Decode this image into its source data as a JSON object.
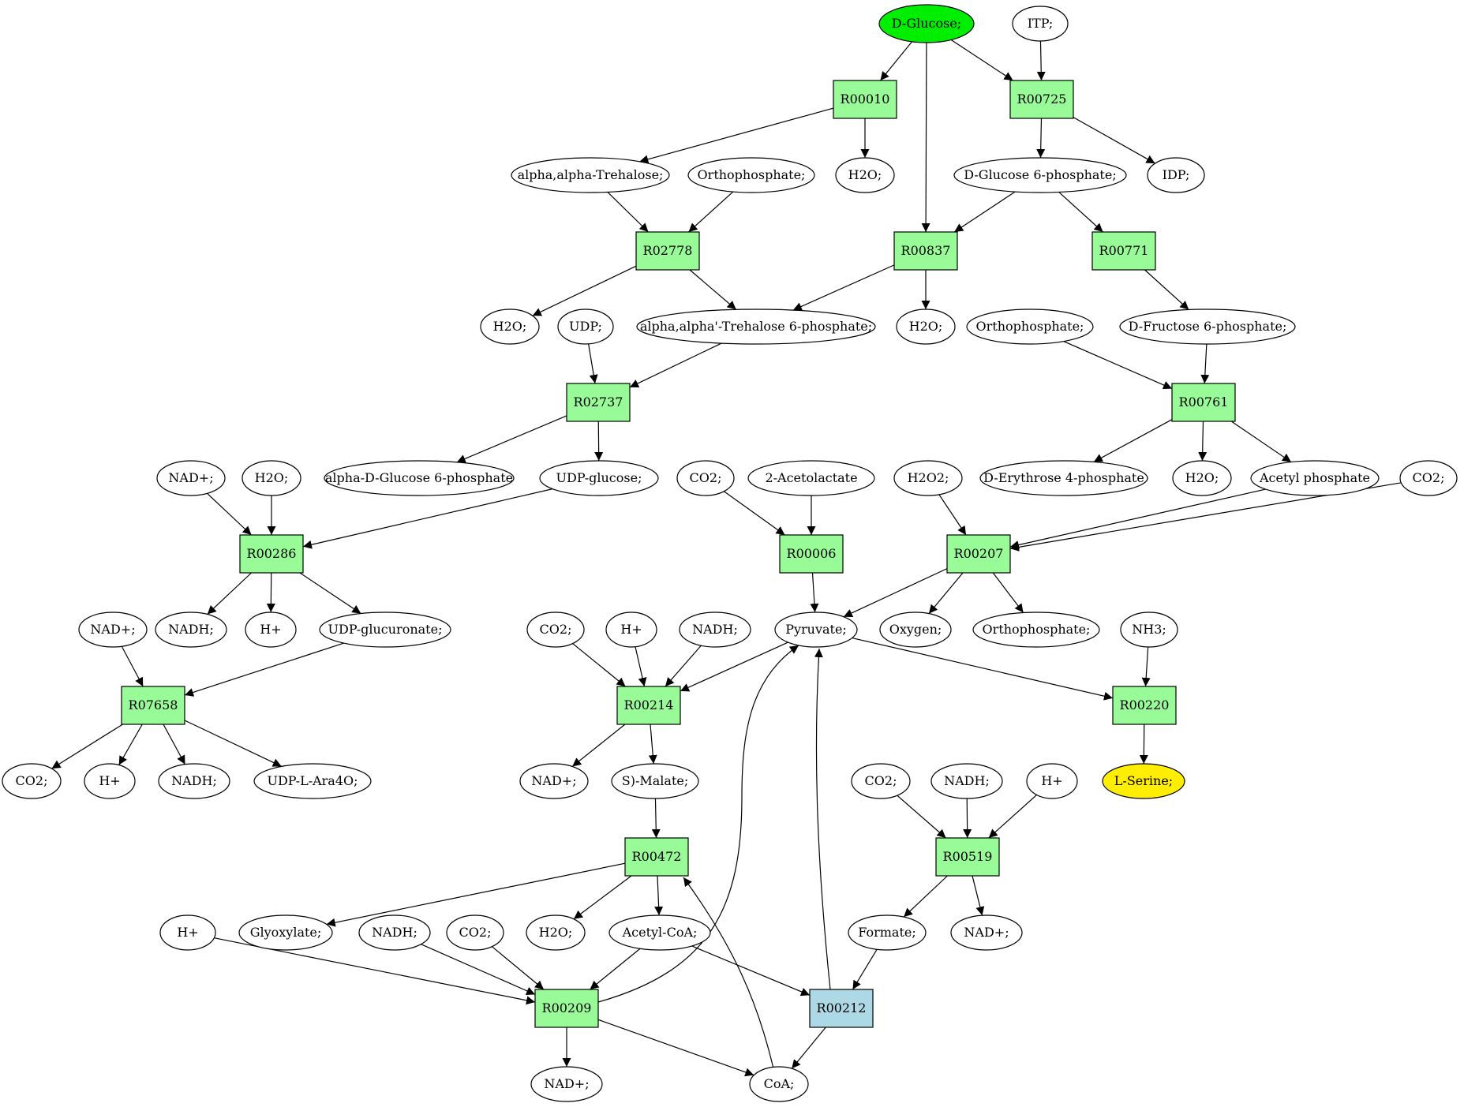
{
  "diagram": {
    "colors": {
      "reaction": "#98fb98",
      "reaction_highlight": "#add8e6",
      "source": "#00ee00",
      "target": "#ffee00",
      "compound": "#ffffff",
      "stroke": "#000000"
    },
    "nodes": [
      {
        "id": "glc",
        "label": "D-Glucose;",
        "kind": "source"
      },
      {
        "id": "itp",
        "label": "ITP;",
        "kind": "compound"
      },
      {
        "id": "r00010",
        "label": "R00010",
        "kind": "reaction"
      },
      {
        "id": "r00725",
        "label": "R00725",
        "kind": "reaction"
      },
      {
        "id": "tre",
        "label": "alpha,alpha-Trehalose;",
        "kind": "compound"
      },
      {
        "id": "pi1",
        "label": "Orthophosphate;",
        "kind": "compound"
      },
      {
        "id": "h2o1",
        "label": "H2O;",
        "kind": "compound"
      },
      {
        "id": "g6p",
        "label": "D-Glucose 6-phosphate;",
        "kind": "compound"
      },
      {
        "id": "idp",
        "label": "IDP;",
        "kind": "compound"
      },
      {
        "id": "r02778",
        "label": "R02778",
        "kind": "reaction"
      },
      {
        "id": "r00837",
        "label": "R00837",
        "kind": "reaction"
      },
      {
        "id": "r00771",
        "label": "R00771",
        "kind": "reaction"
      },
      {
        "id": "h2o2",
        "label": "H2O;",
        "kind": "compound"
      },
      {
        "id": "udp",
        "label": "UDP;",
        "kind": "compound"
      },
      {
        "id": "t6p",
        "label": "alpha,alpha'-Trehalose 6-phosphate;",
        "kind": "compound"
      },
      {
        "id": "h2o3",
        "label": "H2O;",
        "kind": "compound"
      },
      {
        "id": "pi2",
        "label": "Orthophosphate;",
        "kind": "compound"
      },
      {
        "id": "f6p",
        "label": "D-Fructose 6-phosphate;",
        "kind": "compound"
      },
      {
        "id": "r02737",
        "label": "R02737",
        "kind": "reaction"
      },
      {
        "id": "r00761",
        "label": "R00761",
        "kind": "reaction"
      },
      {
        "id": "nad1",
        "label": "NAD+;",
        "kind": "compound"
      },
      {
        "id": "h2o4",
        "label": "H2O;",
        "kind": "compound"
      },
      {
        "id": "ag6p",
        "label": "alpha-D-Glucose 6-phosphate",
        "kind": "compound"
      },
      {
        "id": "udpg",
        "label": "UDP-glucose;",
        "kind": "compound"
      },
      {
        "id": "co2a",
        "label": "CO2;",
        "kind": "compound"
      },
      {
        "id": "acl",
        "label": "2-Acetolactate",
        "kind": "compound"
      },
      {
        "id": "h2o2c",
        "label": "H2O2;",
        "kind": "compound"
      },
      {
        "id": "e4p",
        "label": "D-Erythrose 4-phosphate",
        "kind": "compound"
      },
      {
        "id": "h2o5",
        "label": "H2O;",
        "kind": "compound"
      },
      {
        "id": "acp",
        "label": "Acetyl phosphate",
        "kind": "compound"
      },
      {
        "id": "co2b",
        "label": "CO2;",
        "kind": "compound"
      },
      {
        "id": "r00286",
        "label": "R00286",
        "kind": "reaction"
      },
      {
        "id": "r00006",
        "label": "R00006",
        "kind": "reaction"
      },
      {
        "id": "r00207",
        "label": "R00207",
        "kind": "reaction"
      },
      {
        "id": "nad2",
        "label": "NAD+;",
        "kind": "compound"
      },
      {
        "id": "nadh1",
        "label": "NADH;",
        "kind": "compound"
      },
      {
        "id": "hp1",
        "label": "H+",
        "kind": "compound"
      },
      {
        "id": "udpgu",
        "label": "UDP-glucuronate;",
        "kind": "compound"
      },
      {
        "id": "co2c",
        "label": "CO2;",
        "kind": "compound"
      },
      {
        "id": "hp2",
        "label": "H+",
        "kind": "compound"
      },
      {
        "id": "nadh2",
        "label": "NADH;",
        "kind": "compound"
      },
      {
        "id": "pyr",
        "label": "Pyruvate;",
        "kind": "compound"
      },
      {
        "id": "oxy",
        "label": "Oxygen;",
        "kind": "compound"
      },
      {
        "id": "pi3",
        "label": "Orthophosphate;",
        "kind": "compound"
      },
      {
        "id": "nh3",
        "label": "NH3;",
        "kind": "compound"
      },
      {
        "id": "r07658",
        "label": "R07658",
        "kind": "reaction"
      },
      {
        "id": "r00214",
        "label": "R00214",
        "kind": "reaction"
      },
      {
        "id": "r00220",
        "label": "R00220",
        "kind": "reaction"
      },
      {
        "id": "co2d",
        "label": "CO2;",
        "kind": "compound"
      },
      {
        "id": "hp3",
        "label": "H+",
        "kind": "compound"
      },
      {
        "id": "nadh3",
        "label": "NADH;",
        "kind": "compound"
      },
      {
        "id": "udpara",
        "label": "UDP-L-Ara4O;",
        "kind": "compound"
      },
      {
        "id": "nad3",
        "label": "NAD+;",
        "kind": "compound"
      },
      {
        "id": "mal",
        "label": "S)-Malate;",
        "kind": "compound"
      },
      {
        "id": "ser",
        "label": "L-Serine;",
        "kind": "target"
      },
      {
        "id": "co2e",
        "label": "CO2;",
        "kind": "compound"
      },
      {
        "id": "nadh4",
        "label": "NADH;",
        "kind": "compound"
      },
      {
        "id": "hp4",
        "label": "H+",
        "kind": "compound"
      },
      {
        "id": "r00472",
        "label": "R00472",
        "kind": "reaction"
      },
      {
        "id": "r00519",
        "label": "R00519",
        "kind": "reaction"
      },
      {
        "id": "hp5",
        "label": "H+",
        "kind": "compound"
      },
      {
        "id": "glx",
        "label": "Glyoxylate;",
        "kind": "compound"
      },
      {
        "id": "nadh5",
        "label": "NADH;",
        "kind": "compound"
      },
      {
        "id": "co2f",
        "label": "CO2;",
        "kind": "compound"
      },
      {
        "id": "h2o6",
        "label": "H2O;",
        "kind": "compound"
      },
      {
        "id": "acoa",
        "label": "Acetyl-CoA;",
        "kind": "compound"
      },
      {
        "id": "fmt",
        "label": "Formate;",
        "kind": "compound"
      },
      {
        "id": "nad4",
        "label": "NAD+;",
        "kind": "compound"
      },
      {
        "id": "r00209",
        "label": "R00209",
        "kind": "reaction"
      },
      {
        "id": "r00212",
        "label": "R00212",
        "kind": "reaction_highlight"
      },
      {
        "id": "nad5",
        "label": "NAD+;",
        "kind": "compound"
      },
      {
        "id": "coa",
        "label": "CoA;",
        "kind": "compound"
      }
    ],
    "edges": [
      [
        "glc",
        "r00010"
      ],
      [
        "glc",
        "r00725"
      ],
      [
        "glc",
        "r00837"
      ],
      [
        "itp",
        "r00725"
      ],
      [
        "r00010",
        "tre"
      ],
      [
        "r00010",
        "h2o1"
      ],
      [
        "r00725",
        "g6p"
      ],
      [
        "r00725",
        "idp"
      ],
      [
        "tre",
        "r02778"
      ],
      [
        "pi1",
        "r02778"
      ],
      [
        "g6p",
        "r00837"
      ],
      [
        "g6p",
        "r00771"
      ],
      [
        "r02778",
        "h2o2"
      ],
      [
        "r02778",
        "t6p"
      ],
      [
        "r00837",
        "t6p"
      ],
      [
        "r00837",
        "h2o3"
      ],
      [
        "r00771",
        "f6p"
      ],
      [
        "udp",
        "r02737"
      ],
      [
        "t6p",
        "r02737"
      ],
      [
        "pi2",
        "r00761"
      ],
      [
        "f6p",
        "r00761"
      ],
      [
        "r02737",
        "ag6p"
      ],
      [
        "r02737",
        "udpg"
      ],
      [
        "r00761",
        "e4p"
      ],
      [
        "r00761",
        "h2o5"
      ],
      [
        "r00761",
        "acp"
      ],
      [
        "nad1",
        "r00286"
      ],
      [
        "h2o4",
        "r00286"
      ],
      [
        "udpg",
        "r00286"
      ],
      [
        "co2a",
        "r00006"
      ],
      [
        "acl",
        "r00006"
      ],
      [
        "h2o2c",
        "r00207"
      ],
      [
        "acp",
        "r00207"
      ],
      [
        "co2b",
        "r00207"
      ],
      [
        "r00286",
        "nadh1"
      ],
      [
        "r00286",
        "hp1"
      ],
      [
        "r00286",
        "udpgu"
      ],
      [
        "r00006",
        "pyr"
      ],
      [
        "r00207",
        "pyr"
      ],
      [
        "r00207",
        "oxy"
      ],
      [
        "r00207",
        "pi3"
      ],
      [
        "nad2",
        "r07658"
      ],
      [
        "udpgu",
        "r07658"
      ],
      [
        "co2c",
        "r00214"
      ],
      [
        "hp2",
        "r00214"
      ],
      [
        "nadh2",
        "r00214"
      ],
      [
        "pyr",
        "r00214"
      ],
      [
        "pyr",
        "r00220"
      ],
      [
        "nh3",
        "r00220"
      ],
      [
        "r07658",
        "co2d"
      ],
      [
        "r07658",
        "hp3"
      ],
      [
        "r07658",
        "nadh3"
      ],
      [
        "r07658",
        "udpara"
      ],
      [
        "r00214",
        "nad3"
      ],
      [
        "r00214",
        "mal"
      ],
      [
        "r00220",
        "ser"
      ],
      [
        "mal",
        "r00472"
      ],
      [
        "co2e",
        "r00519"
      ],
      [
        "nadh4",
        "r00519"
      ],
      [
        "hp4",
        "r00519"
      ],
      [
        "r00472",
        "glx"
      ],
      [
        "r00472",
        "h2o6"
      ],
      [
        "r00472",
        "acoa"
      ],
      [
        "r00519",
        "fmt"
      ],
      [
        "r00519",
        "nad4"
      ],
      [
        "hp5",
        "r00209"
      ],
      [
        "nadh5",
        "r00209"
      ],
      [
        "co2f",
        "r00209"
      ],
      [
        "acoa",
        "r00209"
      ],
      [
        "acoa",
        "r00212"
      ],
      [
        "fmt",
        "r00212"
      ],
      [
        "r00209",
        "nad5"
      ],
      [
        "r00209",
        "coa"
      ],
      [
        "r00209",
        "pyr"
      ],
      [
        "r00212",
        "coa"
      ],
      [
        "r00212",
        "pyr"
      ],
      [
        "coa",
        "r00472"
      ]
    ]
  }
}
